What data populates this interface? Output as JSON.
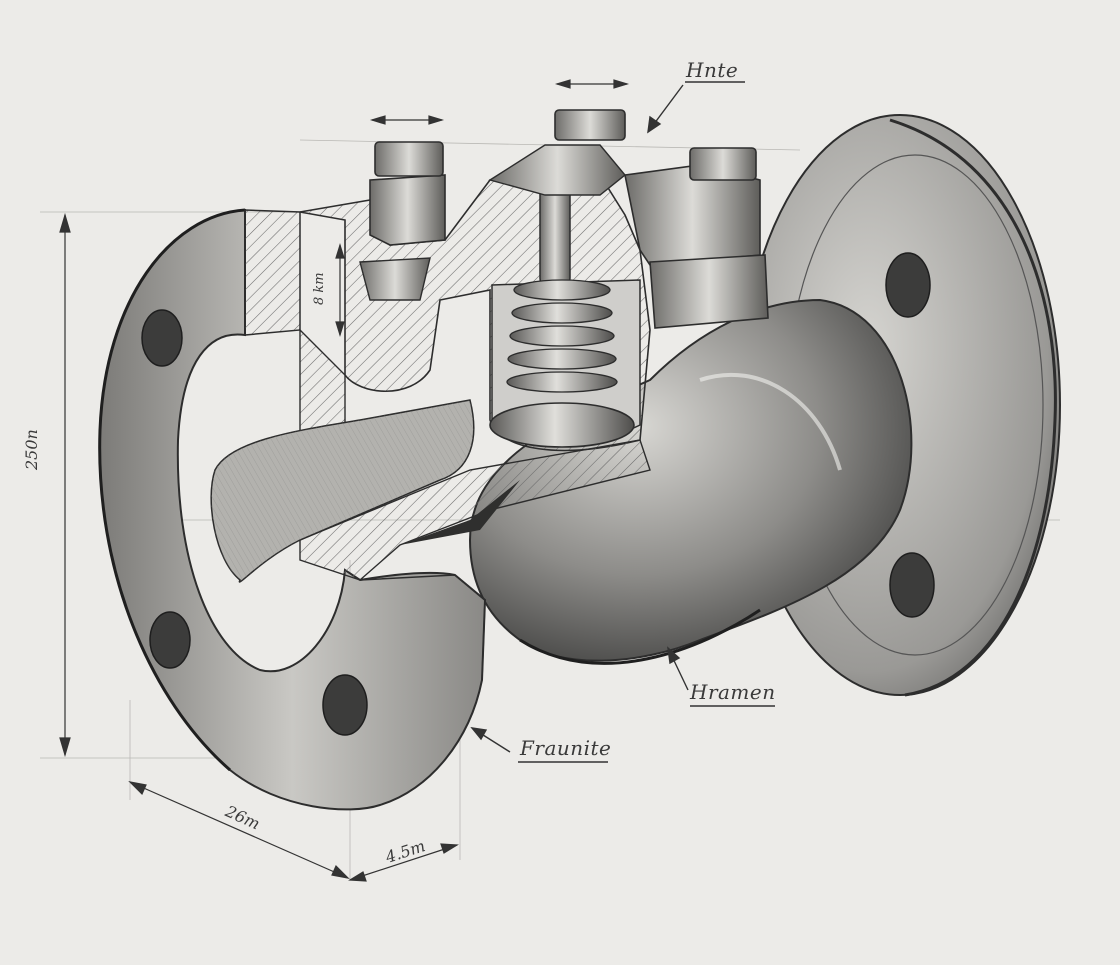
{
  "palette": {
    "paper": "#ecebe8",
    "graphite_dark": "#2d2d2d",
    "graphite_mid": "#6a6a6a",
    "graphite_light": "#a8a8a6"
  },
  "callouts": {
    "top": "Hnte",
    "body": "Hramen",
    "flange": "Fraunite"
  },
  "dimensions": {
    "height": "250n",
    "inner": "8 km",
    "length": "26m",
    "thickness": "4.5m"
  }
}
